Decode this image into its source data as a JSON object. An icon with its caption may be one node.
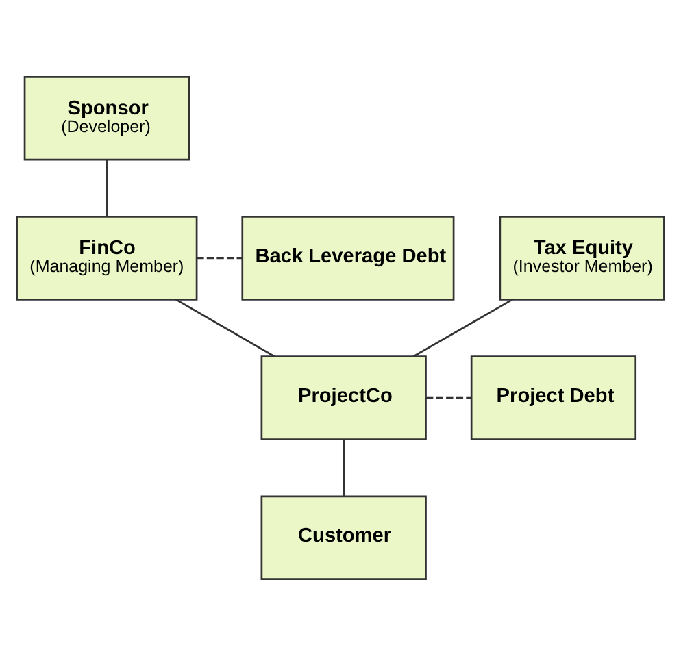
{
  "diagram": {
    "nodes": [
      {
        "text": [
          "Sponsor",
          "(Developer)"
        ]
      },
      {
        "text": [
          "Tax Equity",
          "(Investor Member)"
        ]
      },
      {
        "text": [
          "FinCo",
          "(Managing Member)"
        ]
      },
      {
        "text": [
          "Back Leverage Debt"
        ]
      },
      {
        "text": [
          "ProjectCo"
        ]
      },
      {
        "text": [
          "Project Debt"
        ]
      },
      {
        "text": [
          "Customer"
        ]
      }
    ],
    "edges": [
      {
        "from": 0,
        "to": 2,
        "arrow": "none"
      },
      {
        "from": 2,
        "to": 3,
        "arrow": "none",
        "style": "dashed"
      },
      {
        "from": 1,
        "to": 4,
        "arrow": "none"
      },
      {
        "from": 2,
        "to": 4,
        "arrow": "none"
      },
      {
        "from": 4,
        "to": 5,
        "arrow": "none",
        "style": "dashed"
      },
      {
        "from": 4,
        "to": 6,
        "arrow": "none"
      }
    ]
  }
}
